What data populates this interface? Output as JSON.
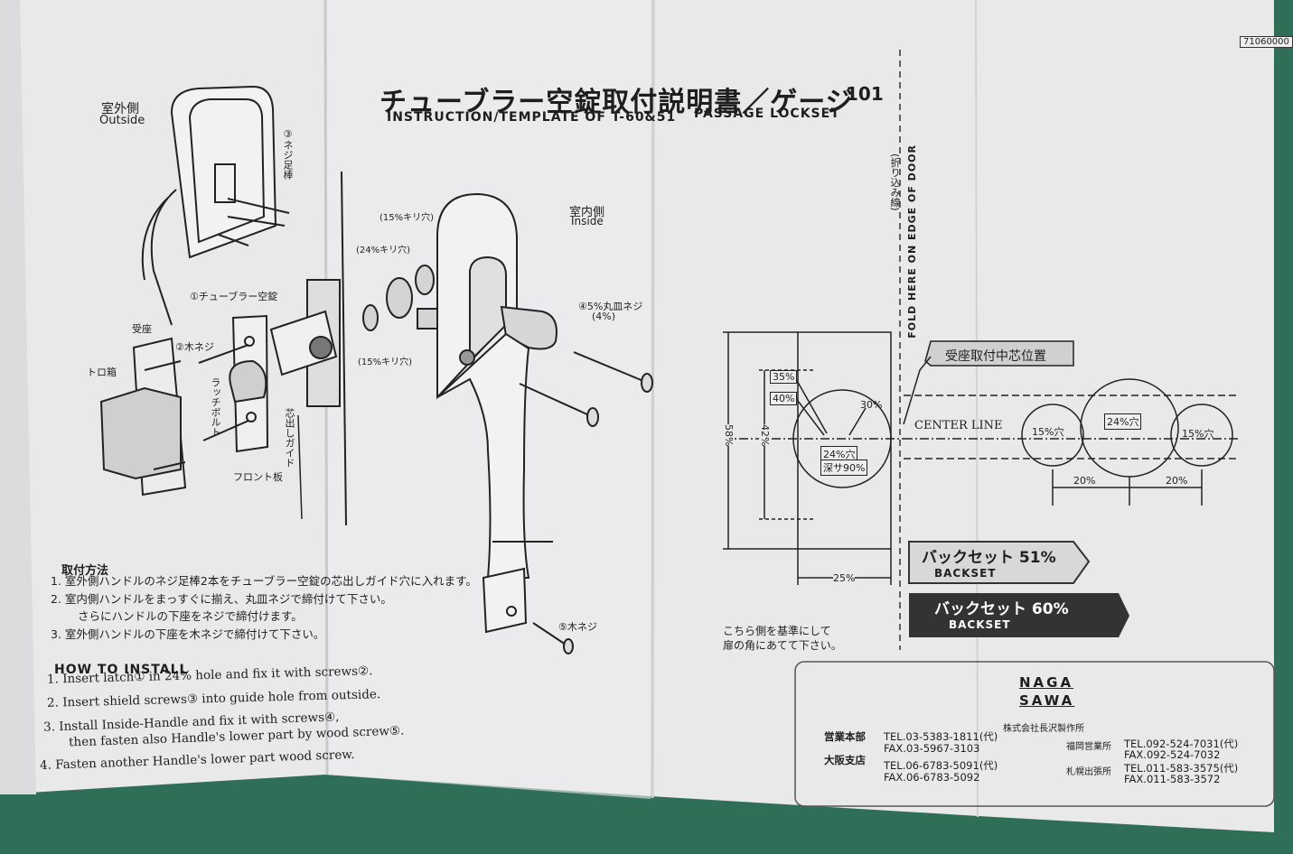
{
  "document": {
    "code": "71060000",
    "title_jp": "チューブラー空錠取付説明書／ゲージ",
    "title_num": "101",
    "title_en": "INSTRUCTION/TEMPLATE OF  T-60&51",
    "title_en2": "PASSAGE  LOCKSET"
  },
  "diagram_labels": {
    "outside_jp": "室外側",
    "outside_en": "Outside",
    "stud": "③ネジ足棒",
    "tubular": "①チューブラー空錠",
    "receiver": "受座",
    "wood_screw": "②木ネジ",
    "strike_box": "トロ箱",
    "latch_bolt": "ラッチボルト",
    "front_plate": "フロント板",
    "guide": "芯出しガイド",
    "inside_jp": "室内側",
    "inside_en": "Inside",
    "hole15_top": "(15%キリ穴)",
    "hole24": "(24%キリ穴)",
    "hole15_bottom": "(15%キリ穴)",
    "screw4": "④5%丸皿ネジ",
    "screw4_count": "(4%)",
    "screw5": "⑤木ネジ"
  },
  "steps_jp": {
    "heading": "取付方法",
    "items": [
      "1. 室外側ハンドルのネジ足棒2本をチューブラー空錠の芯出しガイド穴に入れます。",
      "2. 室内側ハンドルをまっすぐに揃え、丸皿ネジで締付けて下さい。",
      "さらにハンドルの下座をネジで締付けます。",
      "3. 室外側ハンドルの下座を木ネジで締付けて下さい。"
    ]
  },
  "steps_en": {
    "heading": "HOW TO INSTALL",
    "items": [
      "1. Insert latch① in 24% hole and fix it with screws②.",
      "2. Insert shield screws③ into guide hole from outside.",
      "3. Install Inside-Handle and fix it with screws④,",
      "then fasten also Handle's lower part by wood screw⑤.",
      "4. Fasten another Handle's lower part     wood screw."
    ]
  },
  "template": {
    "fold_en": "FOLD HERE ON EDGE OF DOOR",
    "fold_jp": "(折り込み線)",
    "center_pos": "受座取付中芯位置",
    "center_line": "CENTER LINE",
    "dim_35": "35%",
    "dim_40": "40%",
    "dim_30": "30%",
    "hole_main": "24%穴",
    "hole_depth": "深サ90%",
    "dim_58": "58%",
    "dim_42": "42%",
    "dim_25": "25%",
    "hole_15a": "15%穴",
    "hole_24b": "24%穴",
    "hole_15b": "15%穴",
    "dim_20a": "20%",
    "dim_20b": "20%",
    "note1": "こちら側を基準にして",
    "note2": "扉の角にあてて下さい。",
    "backset51_jp": "バックセット 51%",
    "backset51_en": "BACKSET",
    "backset60_jp": "バックセット  60%",
    "backset60_en": "BACKSET"
  },
  "company": {
    "logo1": "NAGA",
    "logo2": "SAWA",
    "name": "株式会社長沢製作所",
    "hq": "営業本部",
    "hq_tel": "TEL.03-5383-1811(代)",
    "hq_fax": "FAX.03-5967-3103",
    "osaka": "大阪支店",
    "osaka_tel": "TEL.06-6783-5091(代)",
    "osaka_fax": "FAX.06-6783-5092",
    "fukuoka": "福岡営業所",
    "fukuoka_tel": "TEL.092-524-7031(代)",
    "fukuoka_fax": "FAX.092-524-7032",
    "sapporo": "札幌出張所",
    "sapporo_tel": "TEL.011-583-3575(代)",
    "sapporo_fax": "FAX.011-583-3572"
  }
}
